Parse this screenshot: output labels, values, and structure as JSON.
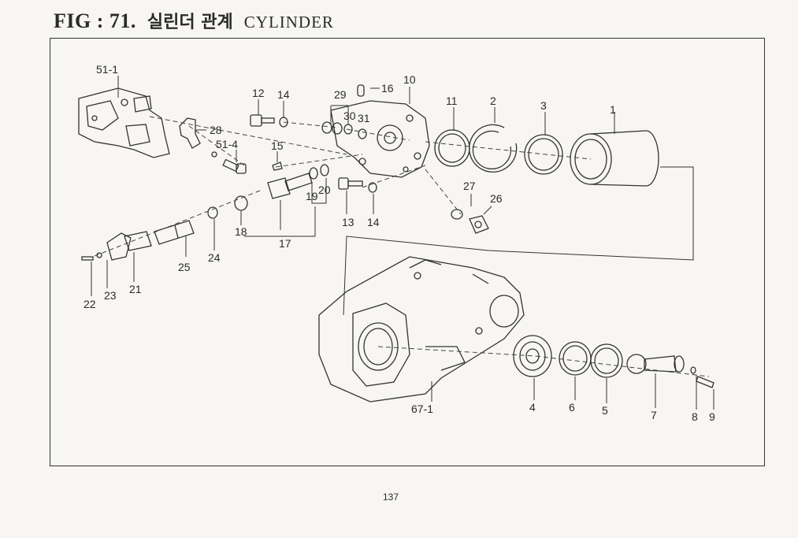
{
  "header": {
    "fig_label": "FIG : 71.",
    "title_korean": "실린더 관계",
    "title_english": "CYLINDER"
  },
  "callouts": [
    "51-1",
    "28",
    "51-4",
    "12",
    "14",
    "29",
    "30",
    "31",
    "16",
    "10",
    "15",
    "11",
    "2",
    "3",
    "1",
    "19",
    "20",
    "13",
    "14",
    "18",
    "17",
    "24",
    "25",
    "21",
    "22",
    "23",
    "27",
    "26",
    "67-1",
    "4",
    "6",
    "5",
    "7",
    "8",
    "9"
  ],
  "page_number": "137"
}
